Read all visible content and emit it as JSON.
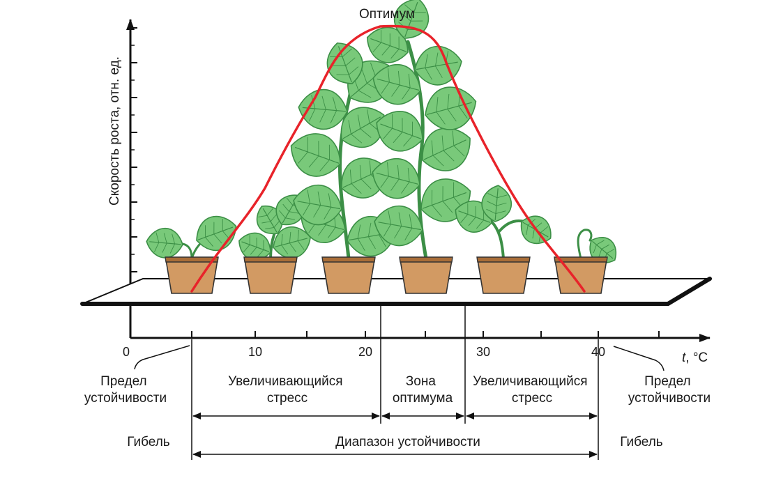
{
  "y_axis_label": "Скорость роста, отн. ед.",
  "x_axis": {
    "unit_italic": "t",
    "unit_rest": ", °C",
    "ticks": [
      "0",
      "10",
      "20",
      "30",
      "40"
    ]
  },
  "peak_label": "Оптимум",
  "zones": {
    "left_limit": [
      "Предел",
      "устойчивости"
    ],
    "left_stress": [
      "Увеличивающийся",
      "стресс"
    ],
    "optimum": [
      "Зона",
      "оптимума"
    ],
    "right_stress": [
      "Увеличивающийся",
      "стресс"
    ],
    "right_limit": [
      "Предел",
      "устойчивости"
    ]
  },
  "death_left": "Гибель",
  "death_right": "Гибель",
  "range_label": "Диапазон устойчивости",
  "colors": {
    "curve": "#e8232a",
    "leaf": "#79c97a",
    "leaf_dark": "#3c8f46",
    "pot": "#d29a63",
    "pot_dark": "#a86d38",
    "axis": "#111111"
  },
  "plants": [
    {
      "name": "wilted-plant",
      "size": 0.35
    },
    {
      "name": "small-plant",
      "size": 0.5
    },
    {
      "name": "large-plant",
      "size": 1.0
    },
    {
      "name": "largest-plant",
      "size": 1.1
    },
    {
      "name": "medium-plant",
      "size": 0.55
    },
    {
      "name": "dying-plant",
      "size": 0.3
    }
  ]
}
